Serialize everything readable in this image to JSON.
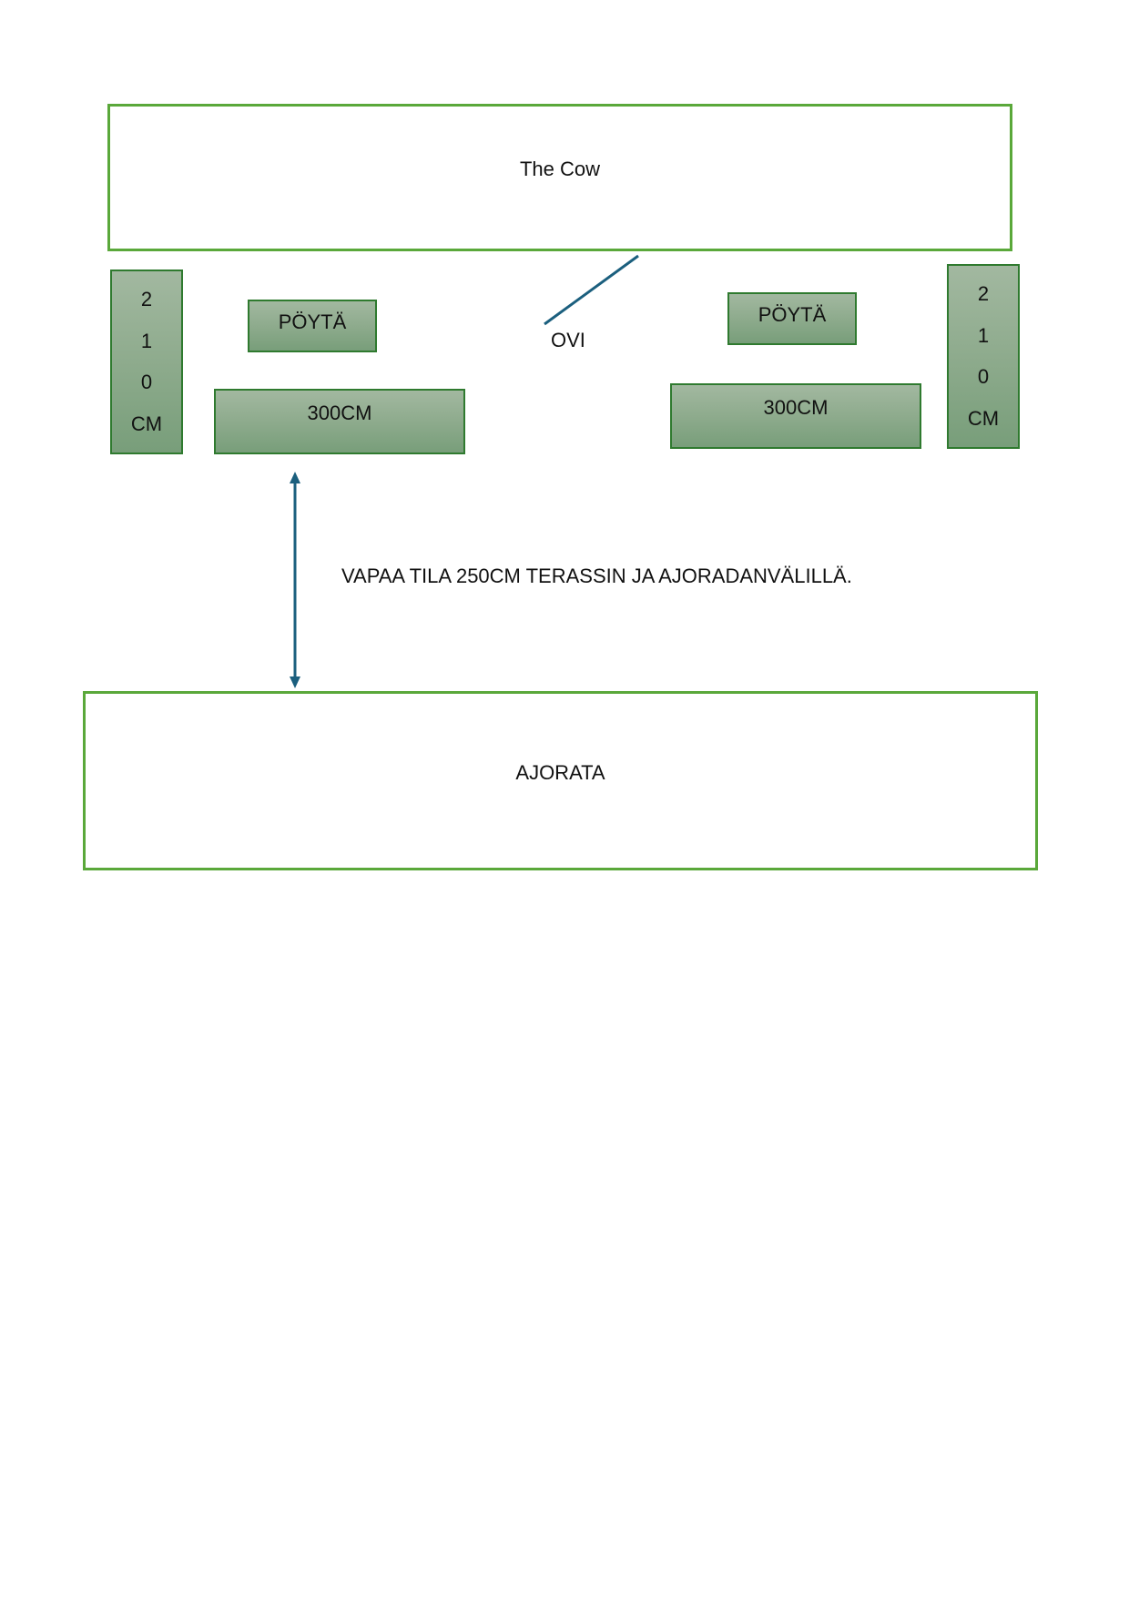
{
  "building": {
    "label": "The Cow"
  },
  "road": {
    "label": "AJORATA"
  },
  "door": {
    "label": "OVI"
  },
  "left_side": {
    "vertical_box": {
      "chars": [
        "2",
        "1",
        "0",
        "CM"
      ]
    },
    "table": {
      "label": "PÖYTÄ"
    },
    "bench": {
      "label": "300CM"
    }
  },
  "right_side": {
    "vertical_box": {
      "chars": [
        "2",
        "1",
        "0",
        "CM"
      ]
    },
    "table": {
      "label": "PÖYTÄ"
    },
    "bench": {
      "label": "300CM"
    }
  },
  "clearance": {
    "label": "VAPAA TILA 250CM TERASSIN JA AJORADANVÄLILLÄ."
  },
  "colors": {
    "outline_green": "#5aa83a",
    "shape_border": "#2f7a2f",
    "shape_fill": "#8eab8d",
    "line_blue": "#1b5f7e"
  }
}
